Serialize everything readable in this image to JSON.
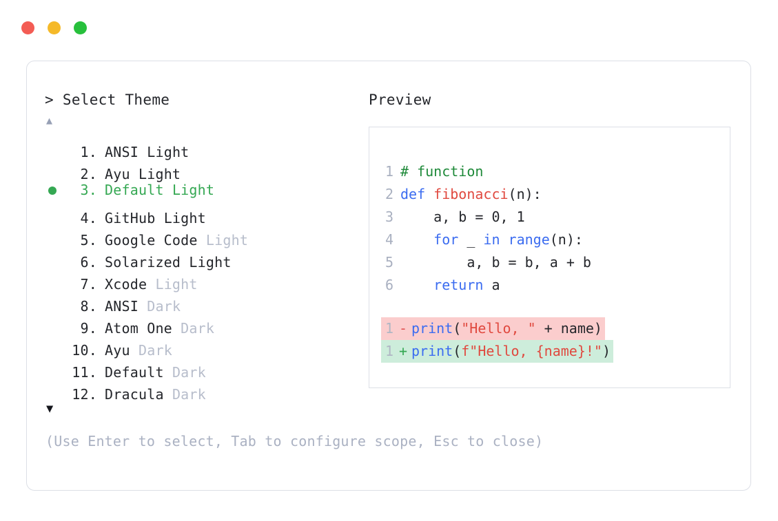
{
  "window": {
    "traffic_lights": [
      {
        "name": "close",
        "color": "#f35c54"
      },
      {
        "name": "minimize",
        "color": "#f5b929"
      },
      {
        "name": "maximize",
        "color": "#27c03c"
      }
    ]
  },
  "left_panel": {
    "prompt": "> Select Theme",
    "scroll_up_icon": "▲",
    "scroll_down_icon": "▼",
    "selected_index": 3,
    "selected_color": "#35a853",
    "items": [
      {
        "index": "1.",
        "name": "ANSI",
        "variant": "Light",
        "variant_muted": false,
        "selected": false
      },
      {
        "index": "2.",
        "name": "Ayu",
        "variant": "Light",
        "variant_muted": false,
        "selected": false
      },
      {
        "index": "3.",
        "name": "Default",
        "variant": "Light",
        "variant_muted": false,
        "selected": true
      },
      {
        "index": "4.",
        "name": "GitHub",
        "variant": "Light",
        "variant_muted": false,
        "selected": false
      },
      {
        "index": "5.",
        "name": "Google Code",
        "variant": "Light",
        "variant_muted": true,
        "selected": false
      },
      {
        "index": "6.",
        "name": "Solarized",
        "variant": "Light",
        "variant_muted": false,
        "selected": false
      },
      {
        "index": "7.",
        "name": "Xcode",
        "variant": "Light",
        "variant_muted": true,
        "selected": false
      },
      {
        "index": "8.",
        "name": "ANSI",
        "variant": "Dark",
        "variant_muted": true,
        "selected": false
      },
      {
        "index": "9.",
        "name": "Atom One",
        "variant": "Dark",
        "variant_muted": true,
        "selected": false
      },
      {
        "index": "10.",
        "name": "Ayu",
        "variant": "Dark",
        "variant_muted": true,
        "selected": false
      },
      {
        "index": "11.",
        "name": "Default",
        "variant": "Dark",
        "variant_muted": true,
        "selected": false
      },
      {
        "index": "12.",
        "name": "Dracula",
        "variant": "Dark",
        "variant_muted": true,
        "selected": false
      }
    ],
    "hint": "(Use Enter to select, Tab to configure scope, Esc to close)"
  },
  "right_panel": {
    "title": "Preview",
    "code_lines": [
      {
        "number": "1",
        "tokens": [
          {
            "t": "# function",
            "c": "comment"
          }
        ]
      },
      {
        "number": "2",
        "tokens": [
          {
            "t": "def ",
            "c": "keyword"
          },
          {
            "t": "fibonacci",
            "c": "func"
          },
          {
            "t": "(n):",
            "c": "plain"
          }
        ]
      },
      {
        "number": "3",
        "tokens": [
          {
            "t": "    a, b = 0, 1",
            "c": "plain"
          }
        ]
      },
      {
        "number": "4",
        "tokens": [
          {
            "t": "    ",
            "c": "plain"
          },
          {
            "t": "for",
            "c": "keyword"
          },
          {
            "t": " _ ",
            "c": "plain"
          },
          {
            "t": "in ",
            "c": "keyword"
          },
          {
            "t": "range",
            "c": "builtin"
          },
          {
            "t": "(n):",
            "c": "plain"
          }
        ]
      },
      {
        "number": "5",
        "tokens": [
          {
            "t": "        a, b = b, a + b",
            "c": "plain"
          }
        ]
      },
      {
        "number": "6",
        "tokens": [
          {
            "t": "    ",
            "c": "plain"
          },
          {
            "t": "return",
            "c": "keyword"
          },
          {
            "t": " a",
            "c": "plain"
          }
        ]
      }
    ],
    "diff_lines": [
      {
        "number": "1",
        "marker": "-",
        "kind": "removed",
        "background": "#fbcdcd",
        "tokens": [
          {
            "t": "print",
            "c": "builtin"
          },
          {
            "t": "(",
            "c": "plain"
          },
          {
            "t": "\"Hello, \"",
            "c": "string"
          },
          {
            "t": " + name)",
            "c": "plain"
          }
        ]
      },
      {
        "number": "1",
        "marker": "+",
        "kind": "added",
        "background": "#cdeddb",
        "tokens": [
          {
            "t": "print",
            "c": "builtin"
          },
          {
            "t": "(",
            "c": "plain"
          },
          {
            "t": "f\"Hello, {name}!\"",
            "c": "string"
          },
          {
            "t": ")",
            "c": "plain"
          }
        ]
      }
    ]
  }
}
